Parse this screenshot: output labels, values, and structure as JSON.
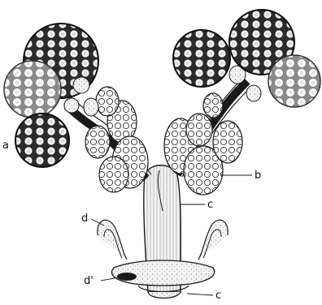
{
  "figure": {
    "labels": {
      "a": "a",
      "b": "b",
      "c": "c",
      "d": "d",
      "d_prime": "d'",
      "c_lower": "c"
    },
    "ink_color": "#1a1a1a",
    "background_color": "#ffffff"
  }
}
